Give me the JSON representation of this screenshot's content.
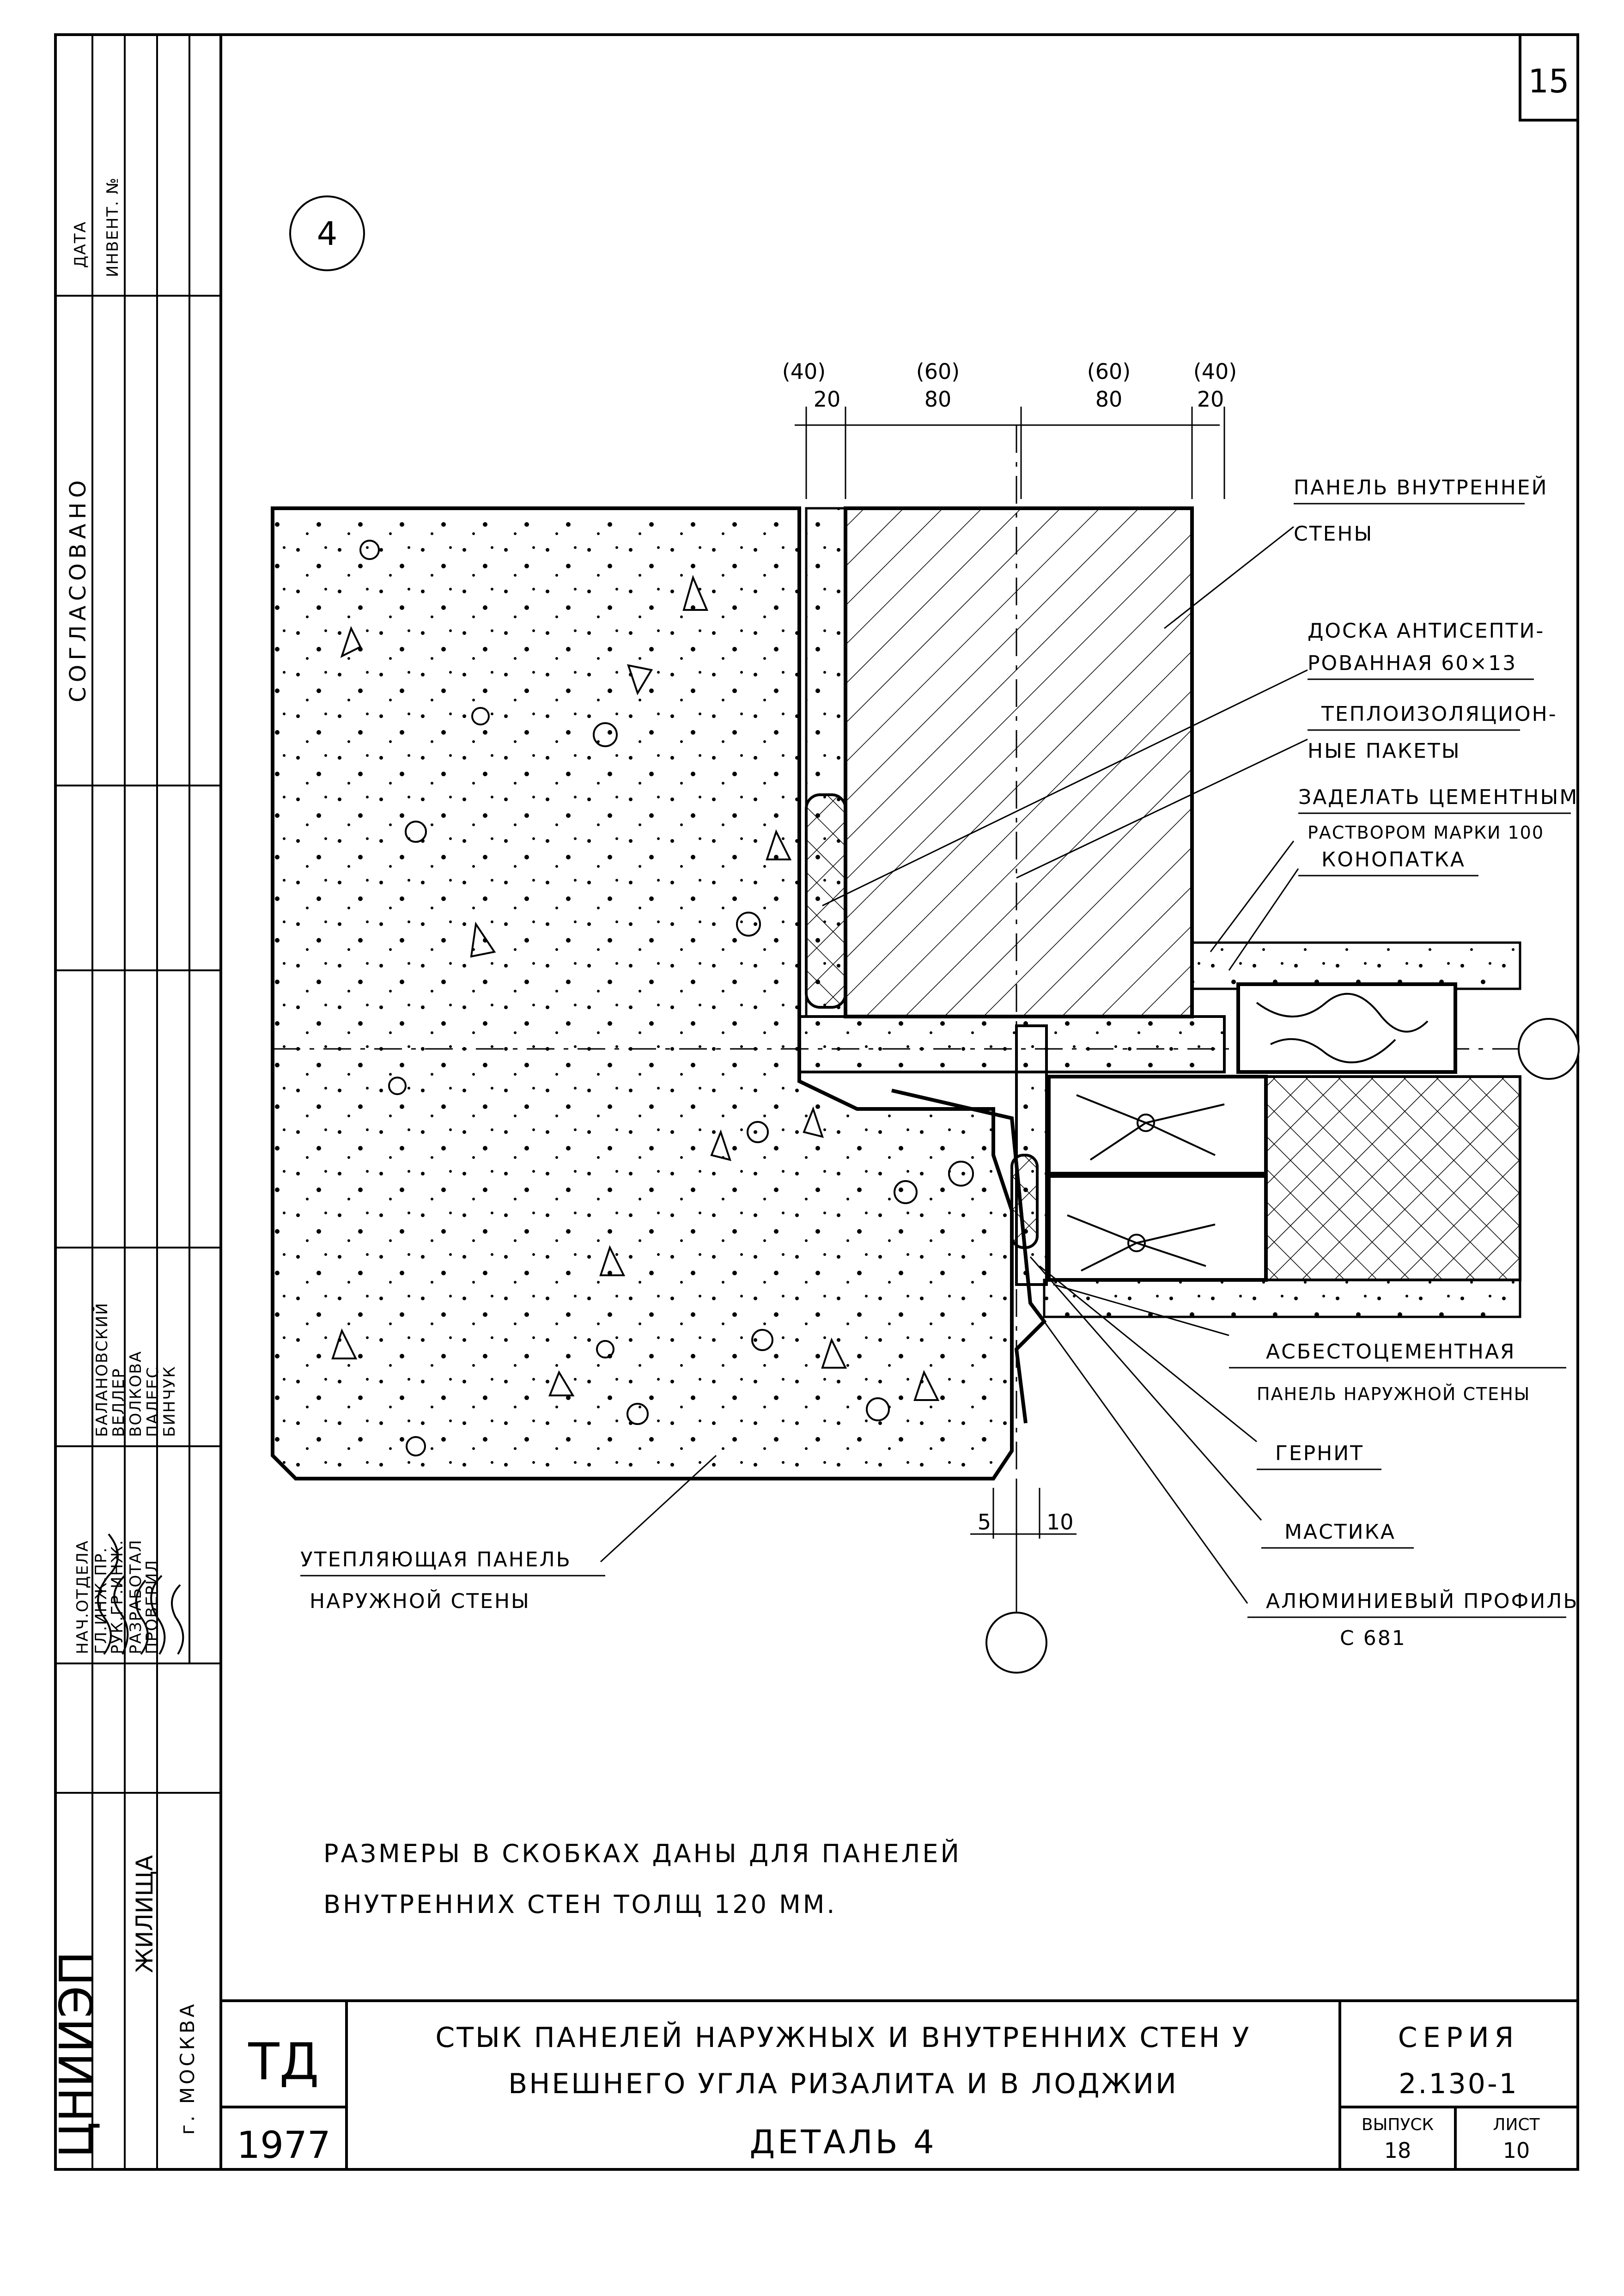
{
  "sheet_number": "15",
  "detail_marker": "4",
  "dimensions": {
    "top_bracket": [
      "(40)",
      "(60)",
      "(60)",
      "(40)"
    ],
    "top_main": [
      "20",
      "80",
      "80",
      "20"
    ],
    "bottom": [
      "5",
      "10"
    ]
  },
  "labels": {
    "inner_panel_1": "ПАНЕЛЬ ВНУТРЕННЕЙ",
    "inner_panel_2": "СТЕНЫ",
    "board_1": "ДОСКА АНТИСЕПТИ-",
    "board_2": "РОВАННАЯ 60×13",
    "insulation_1": "ТЕПЛОИЗОЛЯЦИОН-",
    "insulation_2": "НЫЕ ПАКЕТЫ",
    "seal_1": "ЗАДЕЛАТЬ ЦЕМЕНТНЫМ",
    "seal_2": "РАСТВОРОМ МАРКИ 100",
    "caulk": "КОНОПАТКА",
    "asbestos_1": "АСБЕСТОЦЕМЕНТНАЯ",
    "asbestos_2": "ПАНЕЛЬ НАРУЖНОЙ СТЕНЫ",
    "gernit": "ГЕРНИТ",
    "mastic": "МАСТИКА",
    "alu_1": "АЛЮМИНИЕВЫЙ ПРОФИЛЬ",
    "alu_2": "С 681",
    "outer_panel_1": "УТЕПЛЯЮЩАЯ ПАНЕЛЬ",
    "outer_panel_2": "НАРУЖНОЙ СТЕНЫ"
  },
  "note_1": "РАЗМЕРЫ В СКОБКАХ ДАНЫ ДЛЯ ПАНЕЛЕЙ",
  "note_2": "ВНУТРЕННИХ СТЕН ТОЛЩ 120 ММ.",
  "title_block": {
    "code": "ТД",
    "year": "1977",
    "title_1": "СТЫК ПАНЕЛЕЙ НАРУЖНЫХ И ВНУТРЕННИХ СТЕН У",
    "title_2": "ВНЕШНЕГО УГЛА РИЗАЛИТА И В ЛОДЖИИ",
    "title_3": "ДЕТАЛЬ 4",
    "series_label": "СЕРИЯ",
    "series_value": "2.130-1",
    "issue_label": "ВЫПУСК",
    "issue_value": "18",
    "sheet_label": "ЛИСТ",
    "sheet_value": "10"
  },
  "side_stamp": {
    "org": "ЦНИИЭП",
    "org_suffix": "ЖИЛИЩА",
    "city": "г. МОСКВА",
    "agreed": "СОГЛАСОВАНО",
    "date": "ДАТА",
    "inventory": "ИНВЕНТ. №",
    "roles": [
      "НАЧ.ОТДЕЛА",
      "ГЛ.ИНЖ.ПР.",
      "РУК.ГР.ИНЖ.",
      "РАЗРАБОТАЛ",
      "ПРОВЕРИЛ"
    ],
    "names": [
      "БАЛАНОВСКИЙ",
      "ВЕЛЛЕР",
      "ВОЛКОВА",
      "ПАЛЕЕС",
      "БИНЧУК"
    ]
  }
}
